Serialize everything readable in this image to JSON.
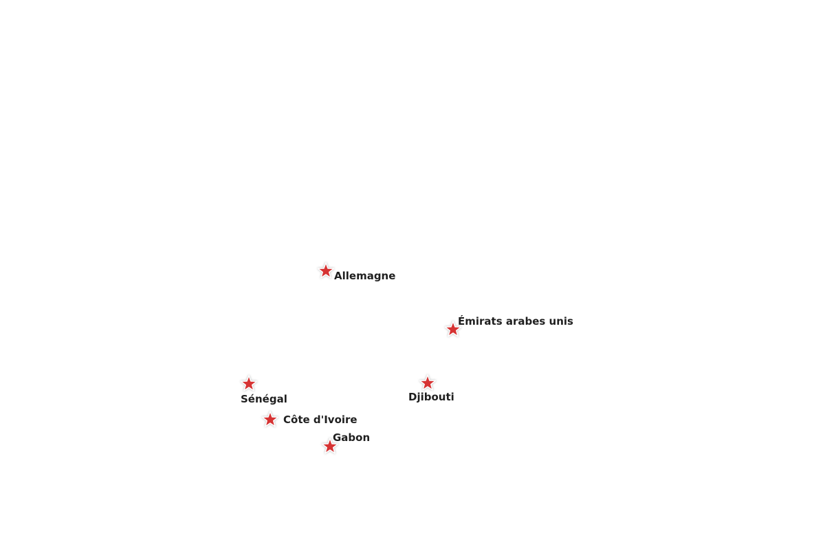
{
  "map": {
    "marker_icon": "star-icon",
    "marker_color": "#d63333",
    "label_color": "#1f1f1f",
    "background_color": "#ffffff",
    "markers": [
      {
        "id": "allemagne",
        "label": "Allemagne"
      },
      {
        "id": "emirats-arabes-unis",
        "label": "Émirats arabes unis"
      },
      {
        "id": "senegal",
        "label": "Sénégal"
      },
      {
        "id": "djibouti",
        "label": "Djibouti"
      },
      {
        "id": "cote-divoire",
        "label": "Côte d'Ivoire"
      },
      {
        "id": "gabon",
        "label": "Gabon"
      }
    ]
  }
}
